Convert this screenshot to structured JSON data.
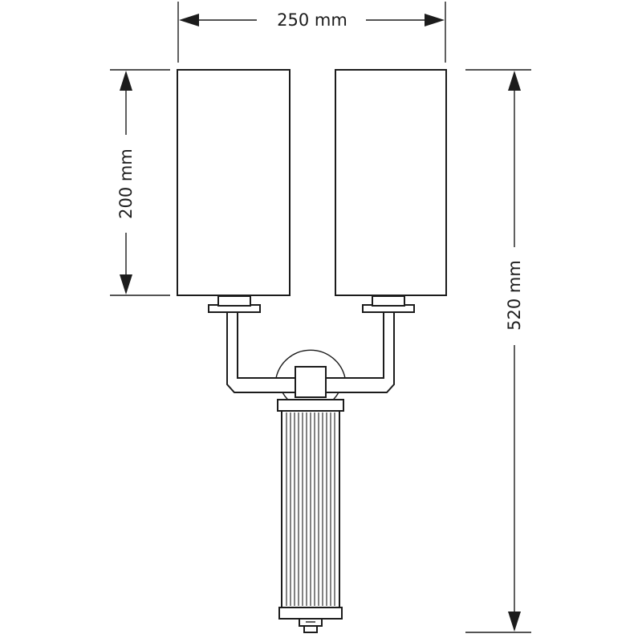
{
  "dimensions": {
    "width_label": "250 mm",
    "shade_height_label": "200 mm",
    "total_height_label": "520 mm"
  },
  "colors": {
    "line": "#1c1c1c",
    "background": "#ffffff"
  }
}
